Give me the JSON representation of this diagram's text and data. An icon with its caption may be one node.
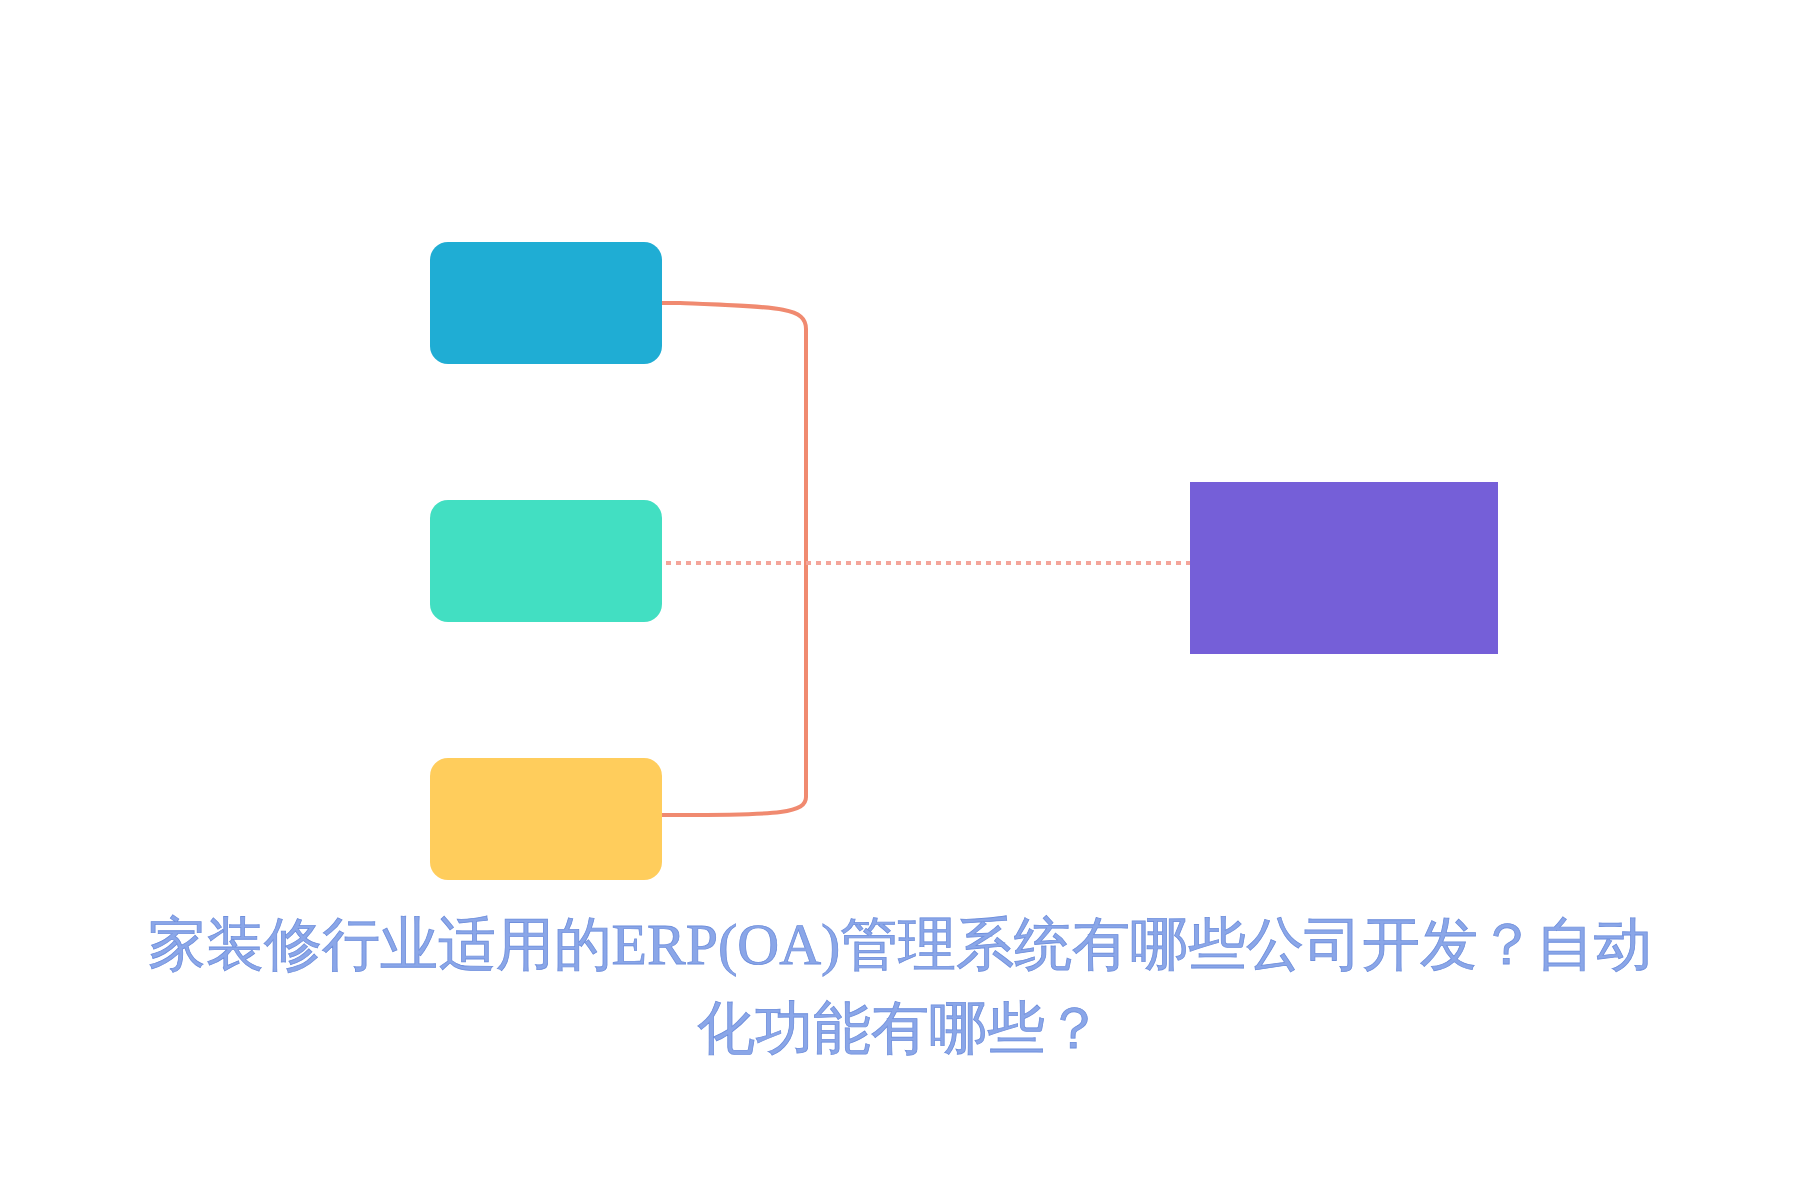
{
  "diagram": {
    "title": "家装修行业适用的ERP(OA)管理系统有哪些公司开发？自动化功能有哪些？",
    "nodes": [
      {
        "text": [],
        "shape": "box"
      },
      {
        "text": [],
        "shape": "box"
      },
      {
        "text": [],
        "shape": "box"
      },
      {
        "text": [],
        "shape": "box"
      }
    ],
    "edges": [
      {
        "from": 0,
        "to": 2,
        "arrow": "none",
        "color": "#f08a70"
      },
      {
        "from": 1,
        "to": 3,
        "arrow": "none",
        "style": "dashed",
        "color": "#f4a59a"
      }
    ]
  }
}
